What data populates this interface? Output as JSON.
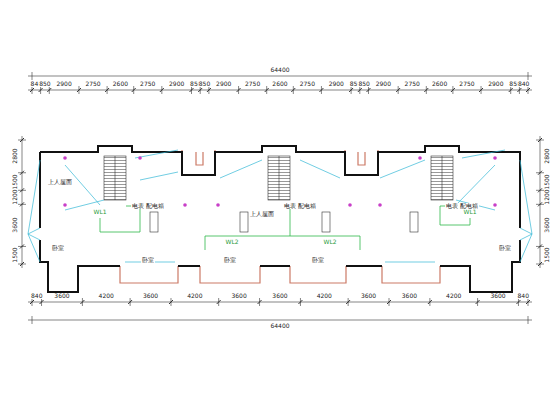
{
  "diagram": {
    "labels": [
      "840",
      "850",
      "2900",
      "2750",
      "2600",
      "2750",
      "2900",
      "850",
      "850",
      "2900",
      "2750",
      "2600",
      "2750",
      "2900",
      "850",
      "850",
      "2900",
      "2750",
      "2600",
      "2750",
      "2900",
      "850",
      "840",
      "64400",
      "840",
      "3600",
      "4200",
      "3600",
      "4200",
      "3600",
      "3600",
      "4200",
      "3600",
      "3600",
      "4200",
      "3600",
      "840",
      "64400",
      "2800",
      "1500",
      "1200",
      "3600",
      "1500",
      "2800",
      "1500",
      "1200",
      "3600",
      "1500",
      "上人屋面",
      "上人屋面",
      "卧室",
      "卧室",
      "卧室",
      "卧室",
      "卧室",
      "电表 配电箱",
      "电表 配电箱",
      "电表 配电箱",
      "WL1",
      "WL2",
      "WL2",
      "WL1"
    ]
  }
}
